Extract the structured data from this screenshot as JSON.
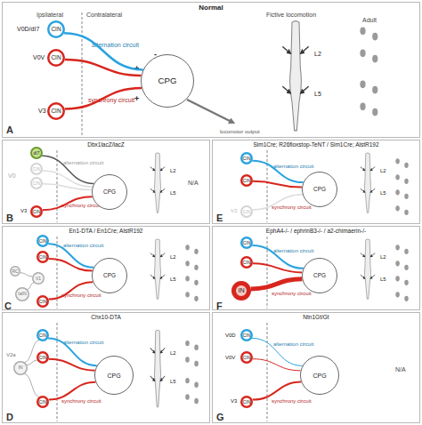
{
  "diagram": {
    "nodes": [
      {
        "text": [
          "Normal"
        ]
      },
      {
        "text": [
          "CIN"
        ],
        "in": 0
      },
      {
        "text": [
          "CIN"
        ],
        "in": 0
      },
      {
        "text": [
          "CIN"
        ],
        "in": 0
      },
      {
        "text": [
          "CPG"
        ],
        "in": 0
      },
      {
        "text": [
          "Dbx1lacZ/lacZ"
        ]
      },
      {
        "text": [
          "dI7"
        ],
        "in": 5
      },
      {
        "text": [
          "CIN"
        ],
        "in": 5
      },
      {
        "text": [
          "CIN"
        ],
        "in": 5
      },
      {
        "text": [
          "CIN"
        ],
        "in": 5
      },
      {
        "text": [
          "CPG"
        ],
        "in": 5
      },
      {
        "text": [
          "Sim1Cre; R26floxstop-TeNT / Sim1Cre; AlstR192"
        ]
      },
      {
        "text": [
          "CIN"
        ],
        "in": 11
      },
      {
        "text": [
          "CIN"
        ],
        "in": 11
      },
      {
        "text": [
          "CIN"
        ],
        "in": 11
      },
      {
        "text": [
          "CPG"
        ],
        "in": 11
      },
      {
        "text": [
          "En1-DTA / En1Cre; AlstR192"
        ]
      },
      {
        "text": [
          "CIN"
        ],
        "in": 16
      },
      {
        "text": [
          "CIN"
        ],
        "in": 16
      },
      {
        "text": [
          "V1"
        ],
        "in": 16
      },
      {
        "text": [
          "RC"
        ],
        "in": 16
      },
      {
        "text": [
          "IaIN"
        ],
        "in": 16
      },
      {
        "text": [
          "CIN"
        ],
        "in": 16
      },
      {
        "text": [
          "CPG"
        ],
        "in": 16
      },
      {
        "text": [
          "EphA4-/- / ephrinB3-/- / a2-chimaerin-/-"
        ]
      },
      {
        "text": [
          "CIN"
        ],
        "in": 24
      },
      {
        "text": [
          "CIN"
        ],
        "in": 24
      },
      {
        "text": [
          "IN"
        ],
        "in": 24
      },
      {
        "text": [
          "CPG"
        ],
        "in": 24
      },
      {
        "text": [
          "Chx10-DTA"
        ]
      },
      {
        "text": [
          "IN"
        ],
        "in": 29
      },
      {
        "text": [
          "CIN"
        ],
        "in": 29
      },
      {
        "text": [
          "CIN"
        ],
        "in": 29
      },
      {
        "text": [
          "CIN"
        ],
        "in": 29
      },
      {
        "text": [
          "CPG"
        ],
        "in": 29
      },
      {
        "text": [
          "Ntn1Gt/Gt"
        ]
      },
      {
        "text": [
          "CIN"
        ],
        "in": 35
      },
      {
        "text": [
          "CIN"
        ],
        "in": 35
      },
      {
        "text": [
          "CIN"
        ],
        "in": 35
      },
      {
        "text": [
          "CPG"
        ],
        "in": 35
      }
    ],
    "edges": [
      {
        "from": 1,
        "to": 4,
        "arrow": "none"
      },
      {
        "from": 2,
        "to": 4,
        "arrow": "none"
      },
      {
        "from": 3,
        "to": 4,
        "arrow": "none"
      },
      {
        "from": 6,
        "to": 10,
        "arrow": "none"
      },
      {
        "from": 7,
        "to": 10,
        "arrow": "none"
      },
      {
        "from": 8,
        "to": 10,
        "arrow": "none"
      },
      {
        "from": 9,
        "to": 10,
        "arrow": "none"
      },
      {
        "from": 12,
        "to": 15,
        "arrow": "none"
      },
      {
        "from": 13,
        "to": 15,
        "arrow": "none"
      },
      {
        "from": 14,
        "to": 15,
        "arrow": "none"
      },
      {
        "from": 17,
        "to": 23,
        "arrow": "none"
      },
      {
        "from": 18,
        "to": 23,
        "arrow": "none"
      },
      {
        "from": 22,
        "to": 23,
        "arrow": "none"
      },
      {
        "from": 19,
        "to": 20,
        "arrow": "none"
      },
      {
        "from": 19,
        "to": 21,
        "arrow": "none"
      },
      {
        "from": 25,
        "to": 28,
        "arrow": "none"
      },
      {
        "from": 26,
        "to": 28,
        "arrow": "none"
      },
      {
        "from": 27,
        "to": 28,
        "arrow": "none"
      },
      {
        "from": 30,
        "to": 31,
        "arrow": "none"
      },
      {
        "from": 30,
        "to": 32,
        "arrow": "none"
      },
      {
        "from": 30,
        "to": 33,
        "arrow": "none"
      },
      {
        "from": 31,
        "to": 34,
        "arrow": "none"
      },
      {
        "from": 32,
        "to": 34,
        "arrow": "none"
      },
      {
        "from": 33,
        "to": 34,
        "arrow": "none"
      },
      {
        "from": 36,
        "to": 39,
        "arrow": "none"
      },
      {
        "from": 37,
        "to": 39,
        "arrow": "none"
      },
      {
        "from": 38,
        "to": 39,
        "arrow": "none"
      }
    ],
    "labels": [
      "A",
      "Ipsilateral",
      "Contralateral",
      "V0D/dI7",
      "V0V",
      "V3",
      "alternation circuit",
      "synchrony circuit",
      "-",
      "+",
      "+",
      "locomotor output",
      "Fictive locomotion",
      "L2",
      "L5",
      "Adult",
      "B",
      "V0",
      "alternation circuit",
      "synchrony circuit",
      "V3",
      "L2",
      "L5",
      "N/A",
      "E",
      "alternation circuit",
      "synchrony circuit",
      "V3",
      "L2",
      "L5",
      "C",
      "alternation circuit",
      "synchrony circuit",
      "L2",
      "L5",
      "F",
      "alternation circuit",
      "synchrony circuit",
      "L2",
      "L5",
      "D",
      "V2a",
      "alternation circuit",
      "synchrony circuit",
      "L2",
      "L5",
      "G",
      "V0D",
      "V0V",
      "alternation circuit",
      "synchrony circuit",
      "V3",
      "N/A"
    ]
  }
}
